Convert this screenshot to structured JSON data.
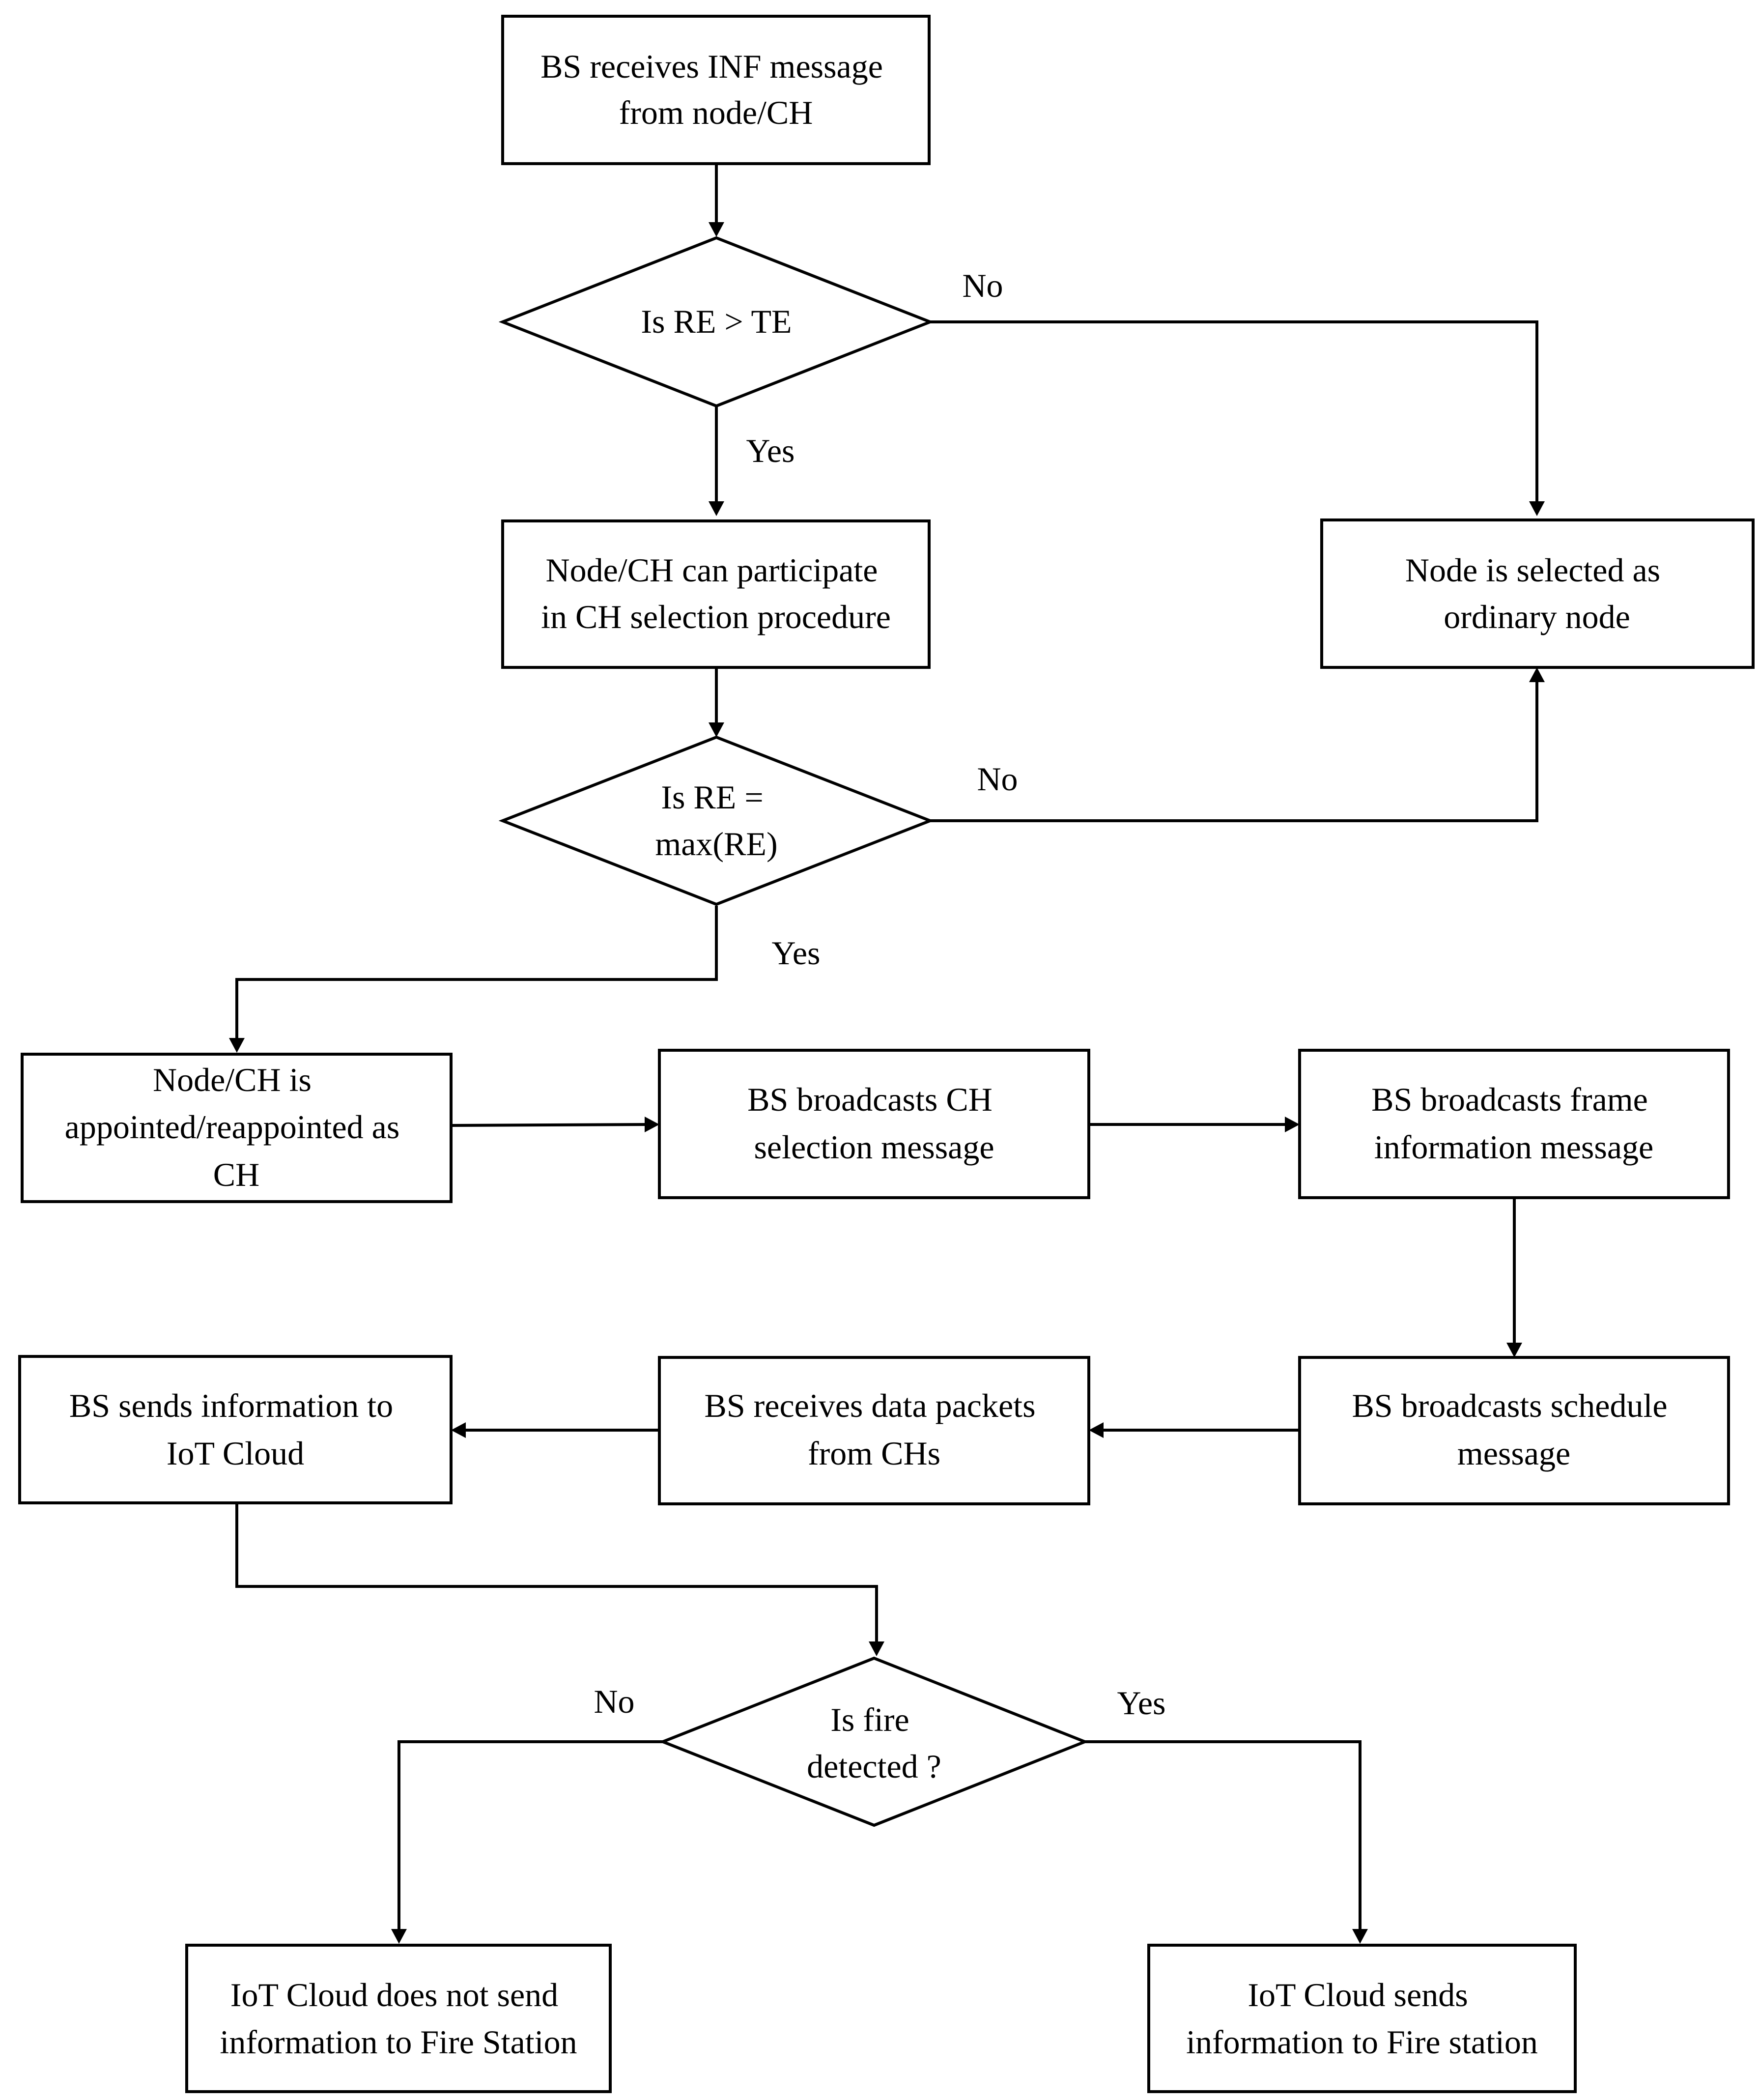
{
  "nodes": {
    "bs_receives_inf": {
      "lines": [
        "BS receives INF message",
        "from node/CH"
      ]
    },
    "is_re_gt_te": {
      "lines": [
        "Is RE > TE"
      ]
    },
    "node_ch_participate": {
      "lines": [
        "Node/CH can participate",
        "in CH selection procedure"
      ]
    },
    "ordinary_node": {
      "lines": [
        "Node is selected as",
        "ordinary node"
      ]
    },
    "is_re_max": {
      "lines": [
        "Is RE =",
        "max(RE)"
      ]
    },
    "appointed_ch": {
      "lines": [
        "Node/CH is",
        "appointed/reappointed as",
        "CH"
      ]
    },
    "broadcast_ch_selection": {
      "lines": [
        "BS broadcasts CH",
        "selection message"
      ]
    },
    "broadcast_frame_info": {
      "lines": [
        "BS broadcasts frame",
        "information message"
      ]
    },
    "broadcast_schedule": {
      "lines": [
        "BS broadcasts schedule",
        "message"
      ]
    },
    "receives_data_packets": {
      "lines": [
        "BS receives data packets",
        "from CHs"
      ]
    },
    "sends_to_iot_cloud": {
      "lines": [
        "BS sends information to",
        "IoT Cloud"
      ]
    },
    "is_fire_detected": {
      "lines": [
        "Is fire",
        "detected ?"
      ]
    },
    "cloud_not_send": {
      "lines": [
        "IoT Cloud does not send",
        "information to Fire Station"
      ]
    },
    "cloud_sends": {
      "lines": [
        "IoT Cloud sends",
        "information to Fire station"
      ]
    }
  },
  "edge_labels": {
    "re_te_no": "No",
    "re_te_yes": "Yes",
    "re_max_no": "No",
    "re_max_yes": "Yes",
    "fire_no": "No",
    "fire_yes": "Yes"
  }
}
